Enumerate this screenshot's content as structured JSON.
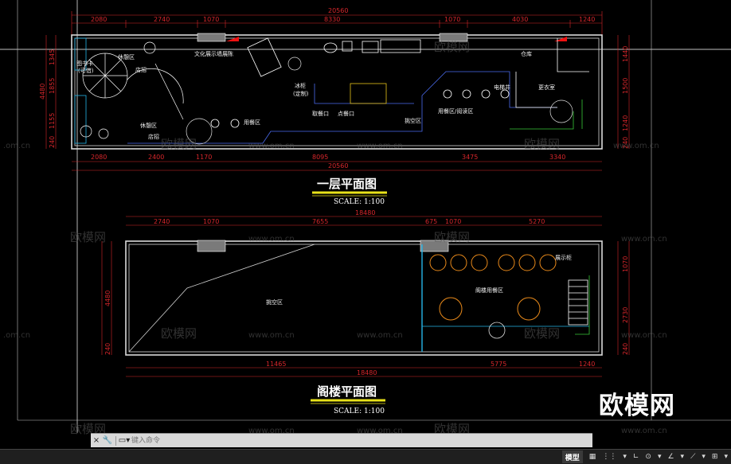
{
  "plan1": {
    "title": "一层平面图",
    "scale": "SCALE: 1:100",
    "top_total": "20560",
    "top_dims": [
      "2080",
      "2740",
      "1070",
      "8330",
      "1070",
      "4030",
      "1240"
    ],
    "bottom_dims": [
      "2080",
      "2400",
      "1170",
      "8095",
      "3475",
      "3340"
    ],
    "bottom_total": "20560",
    "left_dims": [
      "1345",
      "1855",
      "4480",
      "1155",
      "240"
    ],
    "right_dims": [
      "1440",
      "1500",
      "1240",
      "240"
    ],
    "rooms": [
      "休憩区",
      "图书卡\n(可借)",
      "店招",
      "文化展示墙展陈",
      "冰柜\n(定制)",
      "用餐区",
      "取餐口",
      "点餐口",
      "挑空区",
      "电梯井",
      "用餐区/阅读区",
      "更衣室",
      "仓库",
      "休憩区",
      "店招"
    ]
  },
  "plan2": {
    "title": "阁楼平面图",
    "scale": "SCALE: 1:100",
    "top_total": "18480",
    "top_dims": [
      "2740",
      "1070",
      "7655",
      "675",
      "1070",
      "5270"
    ],
    "bottom_dims": [
      "11465",
      "5775",
      "1240"
    ],
    "bottom_total": "18480",
    "left_dims": [
      "4480",
      "240"
    ],
    "right_dims": [
      "1070",
      "2730",
      "240"
    ],
    "rooms": [
      "挑空区",
      "展示柜",
      "阁楼用餐区"
    ]
  },
  "watermarks": {
    "url": "www.om.cn",
    "cn": "欧模网",
    "left_url": ".om.cn"
  },
  "brand": "欧模网",
  "command_line": {
    "placeholder": "键入命令",
    "close_icon": "×",
    "wrench_icon": "🔧"
  },
  "status_bar": {
    "model": "模型",
    "items": [
      "▦",
      "⋮⋮",
      "▾",
      "∟",
      "⊙",
      "▾",
      "∠",
      "▾",
      "⟋",
      "▾",
      "⊞",
      "▾"
    ]
  }
}
